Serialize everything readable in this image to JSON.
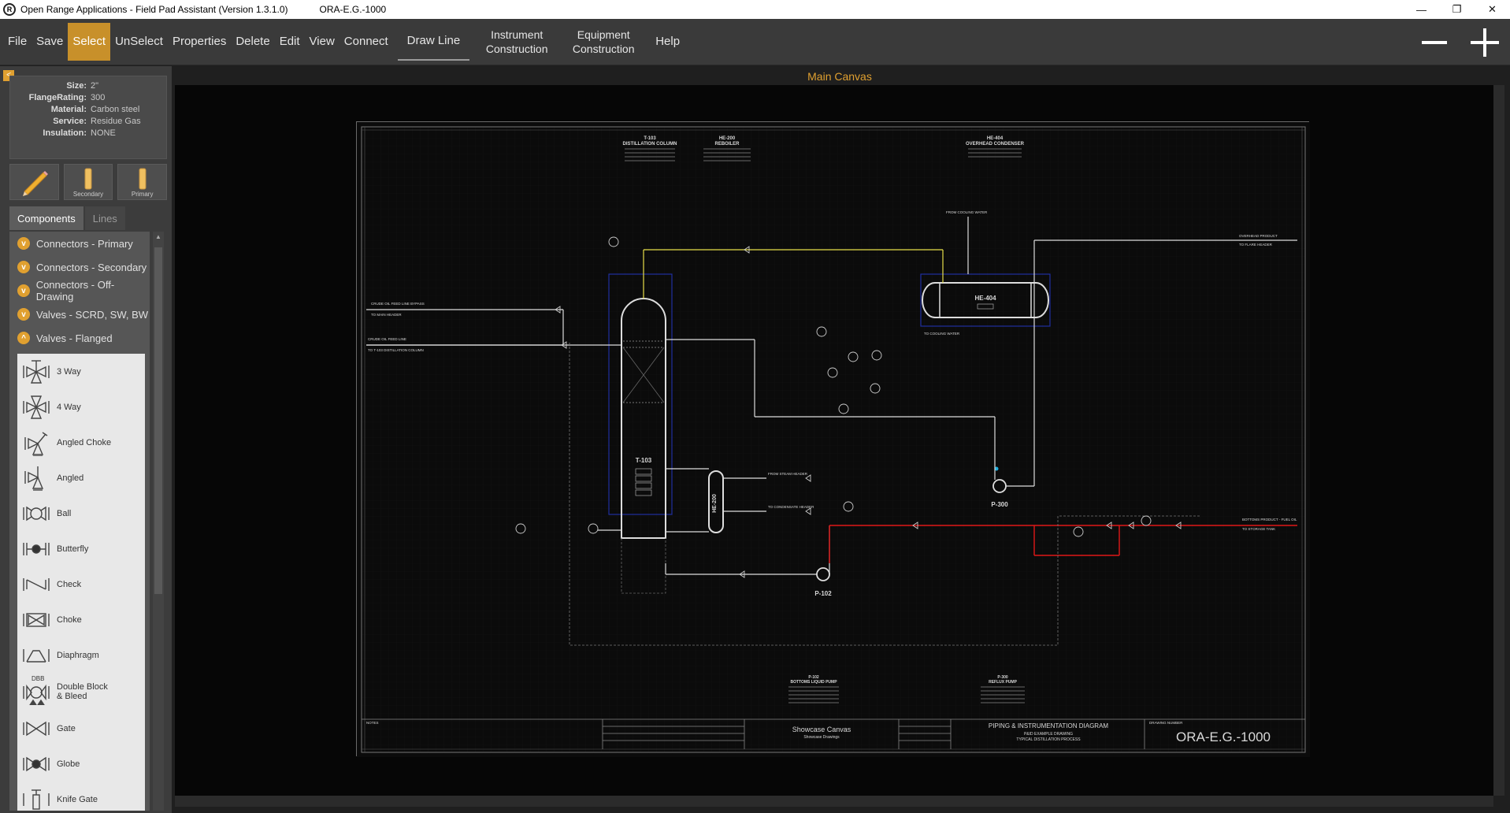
{
  "window": {
    "title": "Open Range Applications - Field Pad Assistant (Version 1.3.1.0)",
    "document": "ORA-E.G.-1000",
    "minimize": "—",
    "maximize": "❐",
    "close": "✕"
  },
  "menu": {
    "file": "File",
    "save": "Save",
    "select": "Select",
    "unselect": "UnSelect",
    "properties": "Properties",
    "delete": "Delete",
    "edit": "Edit",
    "view": "View",
    "connect": "Connect",
    "draw_line": "Draw Line",
    "instrument_construction": "Instrument Construction",
    "equipment_construction": "Equipment Construction",
    "help": "Help"
  },
  "properties": {
    "size_label": "Size:",
    "size": "2\"",
    "flange_label": "FlangeRating:",
    "flange": "300",
    "material_label": "Material:",
    "material": "Carbon steel",
    "service_label": "Service:",
    "service": "Residue Gas",
    "insulation_label": "Insulation:",
    "insulation": "NONE"
  },
  "tools": {
    "secondary": "Secondary",
    "primary": "Primary"
  },
  "tabs": {
    "components": "Components",
    "lines": "Lines"
  },
  "groups": [
    "Connectors - Primary",
    "Connectors - Secondary",
    "Connectors - Off-Drawing",
    "Valves - SCRD, SW, BW",
    "Valves - Flanged"
  ],
  "valves": [
    "3 Way",
    "4 Way",
    "Angled Choke",
    "Angled",
    "Ball",
    "Butterfly",
    "Check",
    "Choke",
    "Diaphragm",
    "Double Block & Bleed",
    "Gate",
    "Globe",
    "Knife Gate"
  ],
  "dbb_tag": "DBB",
  "canvas": {
    "title": "Main Canvas"
  },
  "drawing": {
    "column_tag": "T-103",
    "column_title": "DISTILLATION COLUMN",
    "reboiler_tag": "HE-200",
    "reboiler_title": "REBOILER",
    "condenser_tag": "HE-404",
    "condenser_title": "OVERHEAD CONDENSER",
    "pump1_tag": "P-102",
    "pump1_title": "BOTTOMS LIQUID PUMP",
    "pump2_tag": "P-300",
    "pump2_title": "REFLUX PUMP",
    "from_cooling": "FROM COOLING WATER",
    "to_cooling": "TO COOLING WATER",
    "overhead_product": "OVERHEAD PRODUCT",
    "to_flare": "TO FLARE HEADER",
    "bottoms_product": "BOTTOMS PRODUCT - FUEL OIL",
    "to_storage": "TO STORAGE TANK",
    "crude_bypass": "CRUDE OIL FEED LINE BYPASS",
    "to_main_header": "TO MAIN HEADER",
    "crude_feed": "CRUDE OIL FEED LINE",
    "to_column": "TO T-103 DISTILLATION COLUMN",
    "from_steam": "FROM STEAM HEADER",
    "to_condensate": "TO CONDENSATE HEADER",
    "titleblock_company": "Showcase Canvas",
    "titleblock_sub": "Showcase Drawings",
    "titleblock_main": "PIPING & INSTRUMENTATION DIAGRAM",
    "titleblock_line2": "P&ID EXAMPLE DRAWING",
    "titleblock_line3": "TYPICAL DISTILLATION PROCESS",
    "drawing_number_label": "DRAWING NUMBER",
    "drawing_number": "ORA-E.G.-1000",
    "notes": "NOTES"
  },
  "colors": {
    "accent": "#c8902a",
    "line_yellow": "#e8e04a",
    "line_red": "#e01818",
    "line_blue": "#2030a0"
  }
}
